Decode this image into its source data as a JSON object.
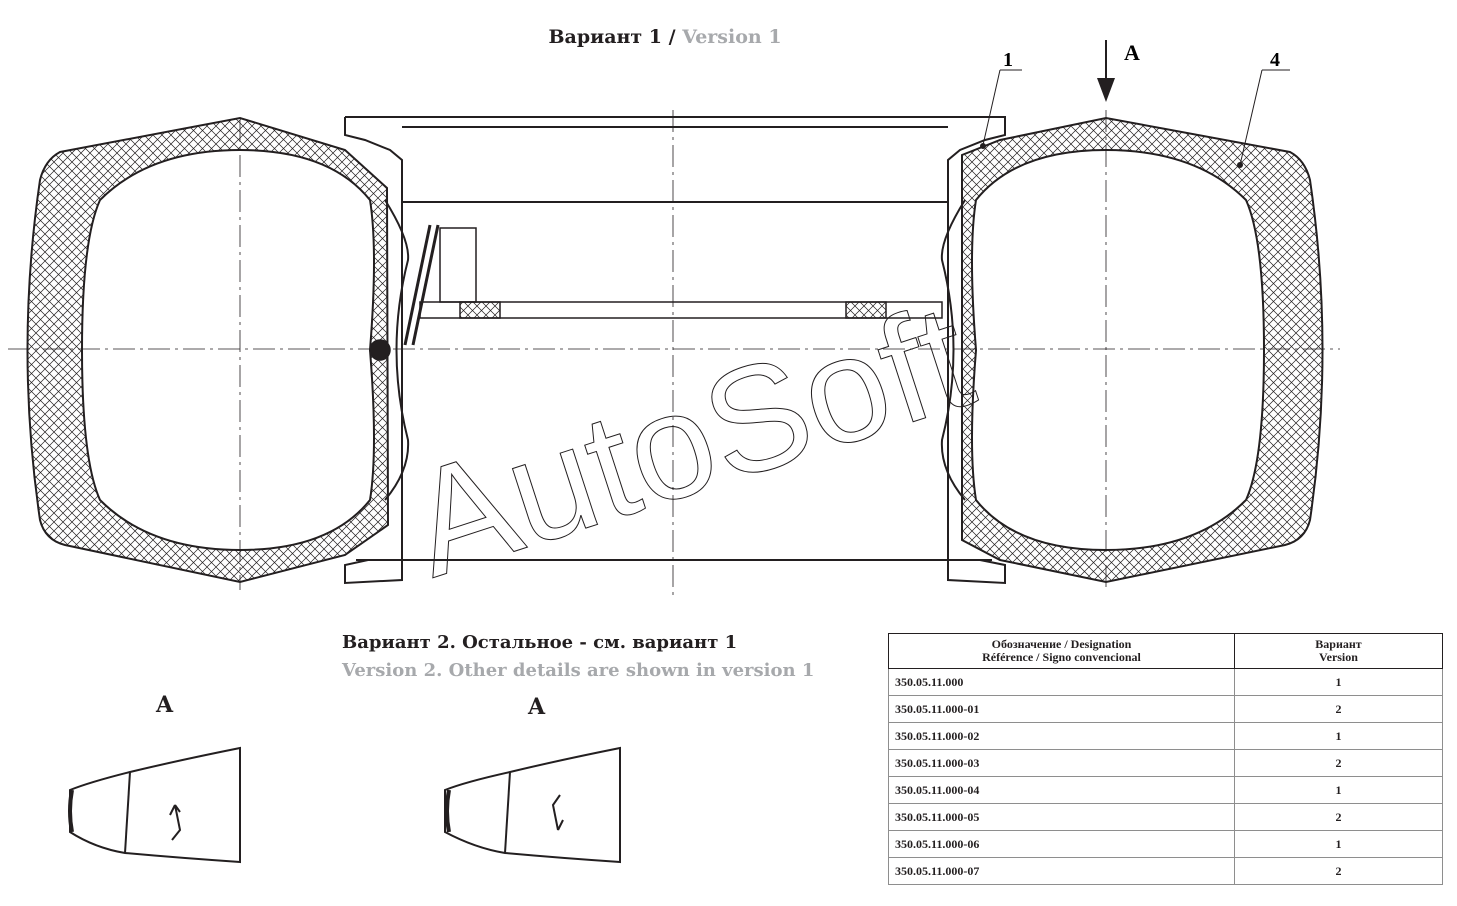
{
  "header": {
    "title_ru": "Вариант 1 / ",
    "title_en": "Version 1"
  },
  "drawing": {
    "callout_1": "1",
    "callout_4": "4",
    "section_mark": "A",
    "watermark": "AutoSoft"
  },
  "variant2": {
    "title_ru": "Вариант 2. Остальное - см. вариант 1",
    "title_en": "Version 2. Other details are shown in version 1",
    "view_label_left": "A",
    "view_label_right": "A"
  },
  "table": {
    "header_col1_line1": "Обозначение / Designation",
    "header_col1_line2": "Référence / Signo convencional",
    "header_col2_line1": "Вариант",
    "header_col2_line2": "Version",
    "rows": [
      {
        "designation": "350.05.11.000",
        "version": "1"
      },
      {
        "designation": "350.05.11.000-01",
        "version": "2"
      },
      {
        "designation": "350.05.11.000-02",
        "version": "1"
      },
      {
        "designation": "350.05.11.000-03",
        "version": "2"
      },
      {
        "designation": "350.05.11.000-04",
        "version": "1"
      },
      {
        "designation": "350.05.11.000-05",
        "version": "2"
      },
      {
        "designation": "350.05.11.000-06",
        "version": "1"
      },
      {
        "designation": "350.05.11.000-07",
        "version": "2"
      }
    ]
  },
  "colors": {
    "line": "#231f20",
    "gray_text": "#a7a9ac",
    "hatch": "#231f20"
  }
}
